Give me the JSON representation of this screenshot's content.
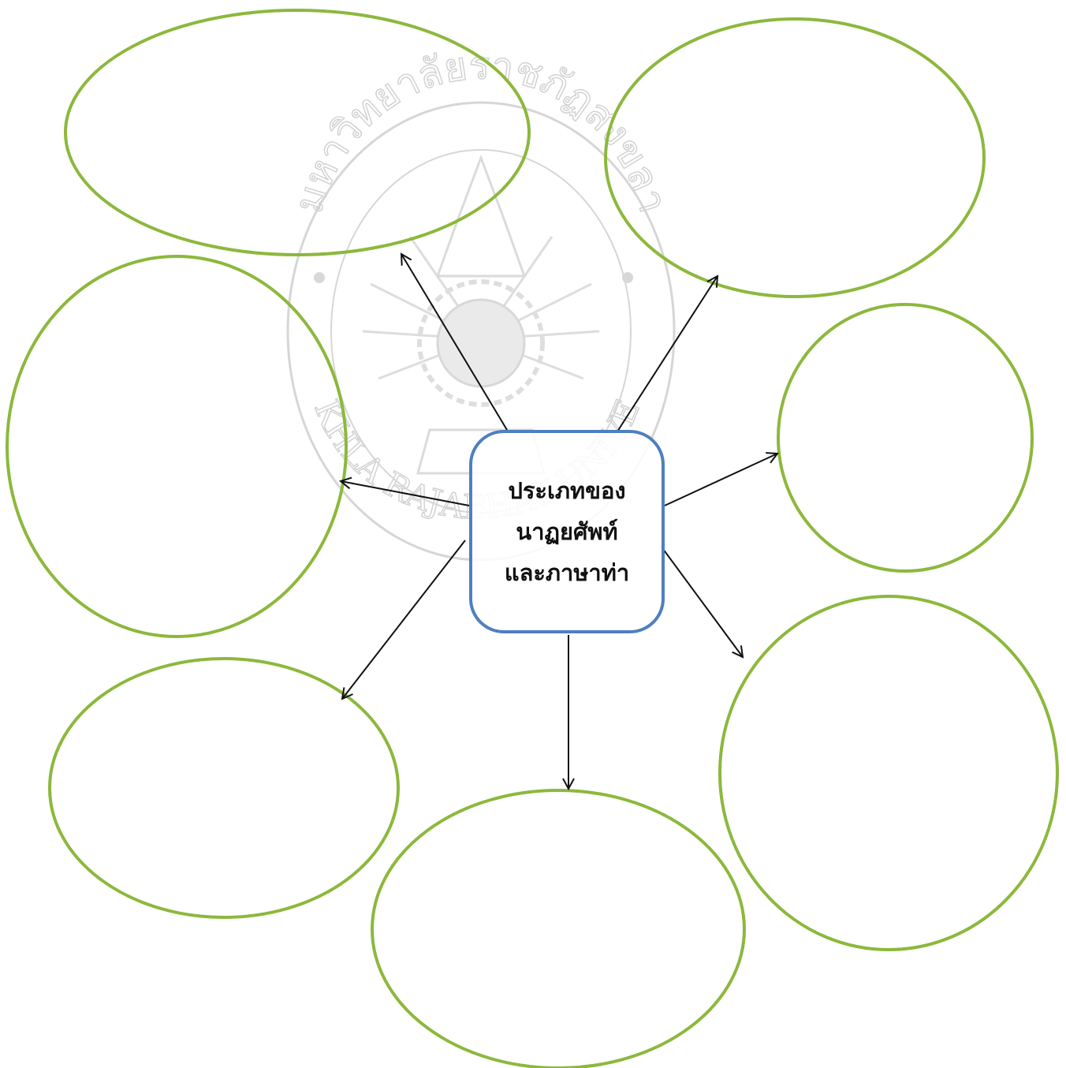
{
  "center_topic": {
    "lines": [
      "ประเภทของ",
      "นาฏยศัพท์",
      "และภาษาท่า"
    ]
  },
  "watermark": {
    "top_arc_text": "มหาวิทยาลัยราชภัฏสงขลา",
    "bottom_arc_text": "SONGKHLA RAJABHAT UNIVERSITY"
  },
  "colors": {
    "bubble_outline": "#8cb83c",
    "center_box_outline": "#4f7fbf",
    "arrow": "#111111",
    "watermark": "#c4c4c4"
  }
}
